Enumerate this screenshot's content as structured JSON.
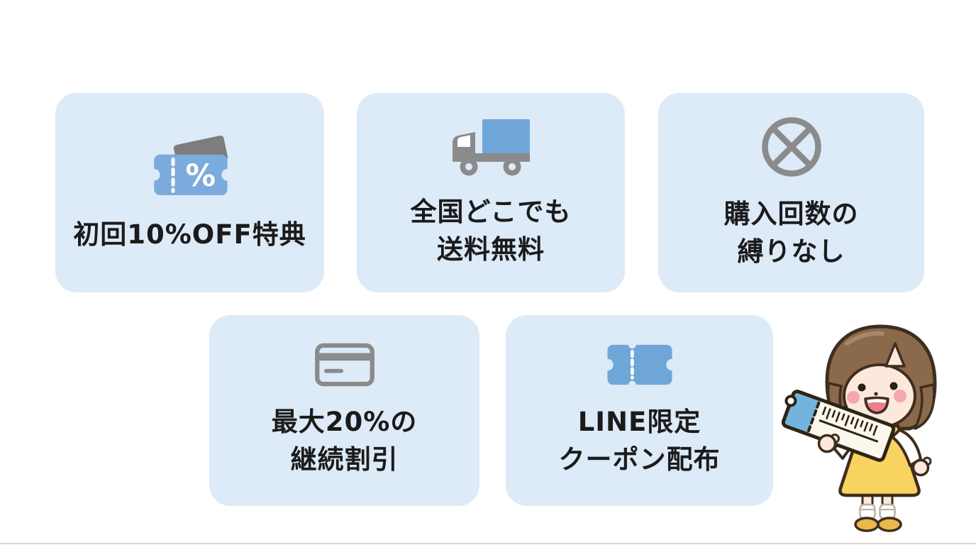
{
  "page": {
    "background": "#ffffff"
  },
  "colors": {
    "card_bg": "#ddeaf7",
    "icon_blue": "#6fa6d8",
    "icon_blue_light": "#7babdc",
    "icon_gray": "#8b8b8b",
    "icon_gray_dark": "#7d7d7d",
    "text_color": "#1b1b1b"
  },
  "cards": [
    {
      "icon": "discount-coupon-icon",
      "symbol": "%",
      "lines": [
        "初回10%OFF特典"
      ]
    },
    {
      "icon": "delivery-truck-icon",
      "lines": [
        "全国どこでも",
        "送料無料"
      ]
    },
    {
      "icon": "no-purchase-commitment-icon",
      "lines": [
        "購入回数の",
        "縛りなし"
      ]
    },
    {
      "icon": "credit-card-icon",
      "lines": [
        "最大20%の",
        "継続割引"
      ]
    },
    {
      "icon": "line-coupon-icon",
      "lines": [
        "LINE限定",
        "クーポン配布"
      ]
    }
  ]
}
